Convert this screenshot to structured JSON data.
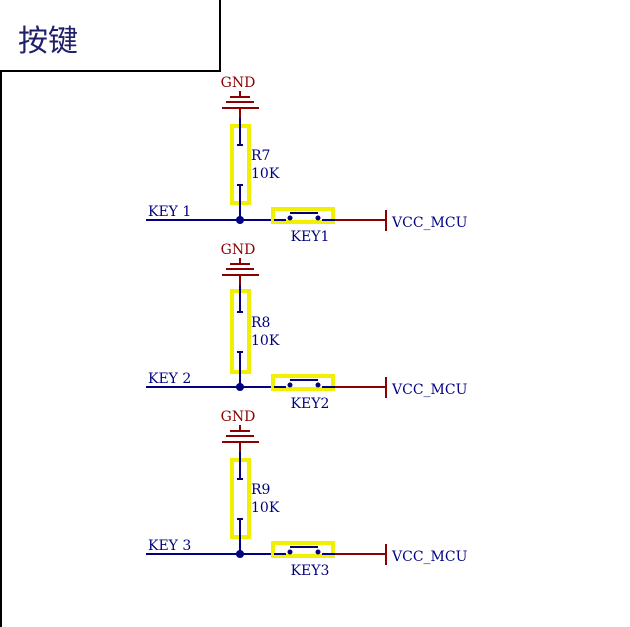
{
  "title": "按键",
  "colors": {
    "wire": "#000080",
    "power": "#8b0000",
    "label": "#000080",
    "highlight": "#f0f000",
    "frame": "#000000"
  },
  "circuits": [
    {
      "net_label": "KEY 1",
      "gnd_label": "GND",
      "resistor_designator": "R7",
      "resistor_value": "10K",
      "switch_designator": "KEY1",
      "power_label": "VCC_MCU"
    },
    {
      "net_label": "KEY 2",
      "gnd_label": "GND",
      "resistor_designator": "R8",
      "resistor_value": "10K",
      "switch_designator": "KEY2",
      "power_label": "VCC_MCU"
    },
    {
      "net_label": "KEY 3",
      "gnd_label": "GND",
      "resistor_designator": "R9",
      "resistor_value": "10K",
      "switch_designator": "KEY3",
      "power_label": "VCC_MCU"
    }
  ]
}
